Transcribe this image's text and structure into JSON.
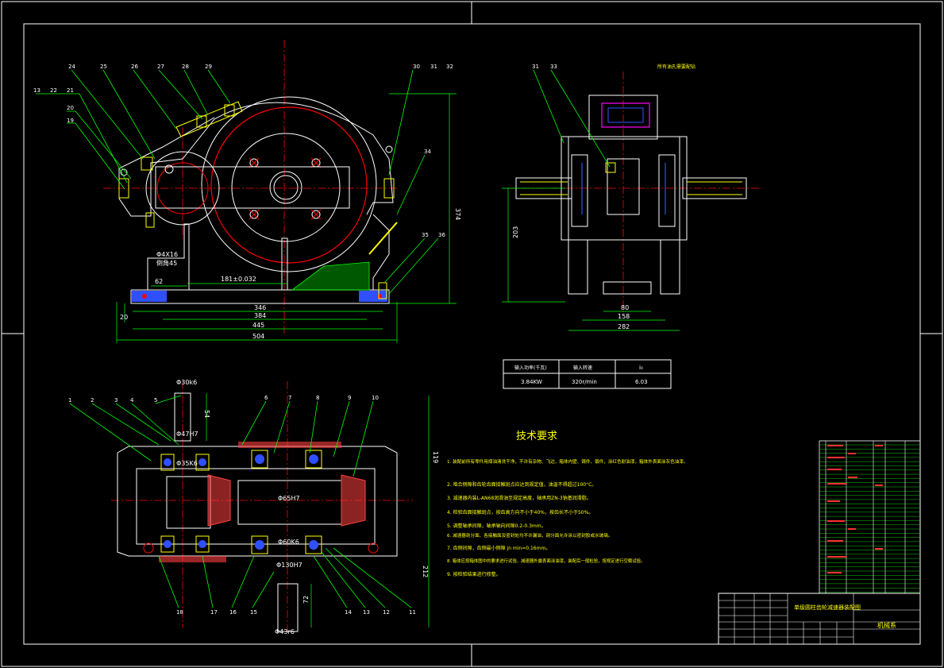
{
  "drawing": {
    "colors": {
      "background": "#000000",
      "outline": "#ffffff",
      "center": "#ff0000",
      "leader": "#00ff00",
      "dimension": "#00ff00",
      "hatch": "#00ff00",
      "hidden": "#0000ff",
      "parts": "#ff00ff",
      "text": "#ffff00"
    },
    "front_view": {
      "balloons": [
        "13",
        "22",
        "21",
        "20",
        "19",
        "24",
        "25",
        "26",
        "27",
        "28",
        "29",
        "30",
        "31",
        "32",
        "34",
        "35",
        "36"
      ],
      "dims": {
        "d62": "62",
        "d181": "181±0.032",
        "d346": "346",
        "d384": "384",
        "d445": "445",
        "d504": "504",
        "d20": "20",
        "d374": "374",
        "bolt": "Φ4X16",
        "chamfer": "倒角45"
      }
    },
    "side_view": {
      "balloons": [
        "31",
        "33"
      ],
      "note": "所有油孔需要配钻",
      "dims": {
        "d80": "80",
        "d158": "158",
        "d282": "282",
        "d203": "203"
      }
    },
    "top_view": {
      "balloons_top": [
        "1",
        "2",
        "3",
        "4",
        "5",
        "6",
        "7",
        "8",
        "9",
        "10"
      ],
      "balloons_bottom": [
        "18",
        "17",
        "16",
        "15",
        "14",
        "13",
        "12",
        "11"
      ],
      "dims": {
        "shaft_in": "Φ30k6",
        "d54": "54",
        "hole1": "Φ47H7",
        "bearing1": "Φ35K6",
        "gear": "Φ65H7",
        "bearing2": "Φ60K6",
        "hole2": "Φ130H7",
        "shaft_out": "Φ43r6",
        "d72": "72",
        "d119": "119",
        "d212": "212"
      }
    },
    "spec_table": {
      "headers": [
        "输入功率(千瓦)",
        "输入转速",
        "i₀"
      ],
      "values": [
        "3.84KW",
        "320r/min",
        "6.03"
      ]
    },
    "tech_requirements": {
      "title": "技术要求",
      "items": [
        "1. 装配前所有零件用煤油清洗干净，不许有杂物、飞边，箱体内壁、铸件、锻件，涂红色耐油漆，箱体外表面涂灰色油漆。",
        "2. 啮合侧隙和齿轮齿面接触斑点应达到规定值，油温不得超过100°C。",
        "3. 减速器内装L-AN68润滑油至规定高度，轴承用ZN-3钠基润滑脂。",
        "4. 检验齿面接触斑点，按齿高方向不小于40%，按齿长不小于50%。",
        "5. 调整轴承间隙，轴承轴向间隙0.2-0.3mm。",
        "6. 减速器剖分面、各接触面及密封处均不许漏油，剖分面允许涂以密封胶或水玻璃。",
        "7. 齿侧间隙，齿侧最小侧隙 jn min=0.16mm。",
        "8. 箱体应按箱体图中的要求进行试验，减速器外露表面涂油漆，装配后一般检验，按规定进行空载试验。",
        "9. 按检验结果进行修整。"
      ]
    },
    "title_block": {
      "drawing_title": "单级圆柱齿轮减速器装配图",
      "school": "机械系"
    }
  }
}
